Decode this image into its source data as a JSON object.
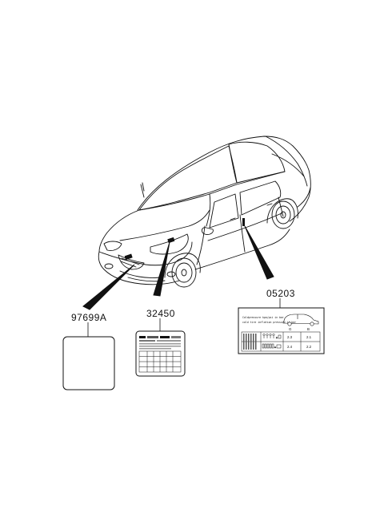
{
  "parts": [
    {
      "number": "97699A",
      "description": "blank label"
    },
    {
      "number": "32450",
      "description": "emission control label"
    },
    {
      "number": "05203",
      "description": "tire pressure label"
    }
  ],
  "tire_label": {
    "header_line1": "Coldpressure kpa/psi in bar",
    "header_line2": "cold tire inflation pressure in bar",
    "col_a": "G",
    "col_b": "B",
    "row1_a": "2.3",
    "row1_b": "2.1",
    "row2_a": "2.4",
    "row2_b": "2.2"
  }
}
